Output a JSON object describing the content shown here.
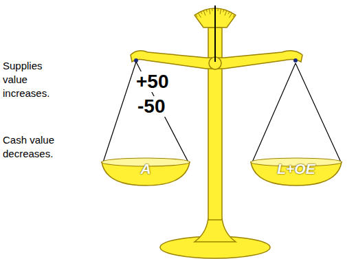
{
  "diagram": {
    "nodes": [
      {
        "text": [
          "A"
        ]
      },
      {
        "text": [
          "L+OE"
        ]
      }
    ],
    "labels": [
      "+50",
      "-50",
      "Supplies value increases.",
      "Cash value decreases."
    ]
  }
}
